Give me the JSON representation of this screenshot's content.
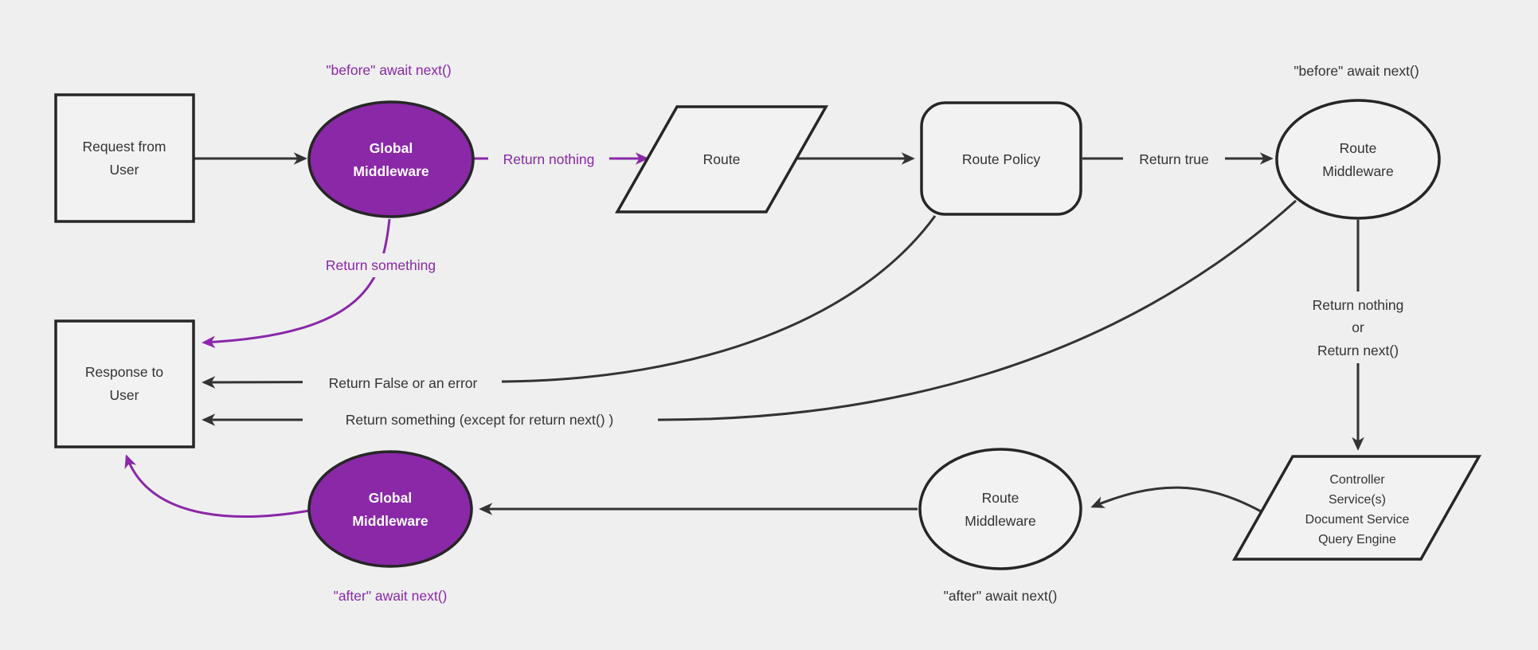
{
  "diagram": {
    "type": "flowchart",
    "colors": {
      "background": "#efefef",
      "node_fill": "#f2f2f2",
      "node_border": "#262626",
      "edge": "#333333",
      "accent_purple": "#8a28a8",
      "text": "#333333",
      "text_on_purple": "#ffffff"
    },
    "nodes": {
      "request": {
        "shape": "rectangle",
        "lines": [
          "Request from",
          "User"
        ]
      },
      "global_middleware_top": {
        "shape": "ellipse",
        "lines": [
          "Global",
          "Middleware"
        ]
      },
      "route": {
        "shape": "parallelogram",
        "lines": [
          "Route"
        ]
      },
      "route_policy": {
        "shape": "rounded-rectangle",
        "lines": [
          "Route Policy"
        ]
      },
      "route_middleware_top": {
        "shape": "ellipse",
        "lines": [
          "Route",
          "Middleware"
        ]
      },
      "controller": {
        "shape": "parallelogram",
        "lines": [
          "Controller",
          "Service(s)",
          "Document Service",
          "Query Engine"
        ]
      },
      "route_middleware_bottom": {
        "shape": "ellipse",
        "lines": [
          "Route",
          "Middleware"
        ]
      },
      "global_middleware_bottom": {
        "shape": "ellipse",
        "lines": [
          "Global",
          "Middleware"
        ]
      },
      "response": {
        "shape": "rectangle",
        "lines": [
          "Response to",
          "User"
        ]
      }
    },
    "labels": {
      "before_await_top": "\"before\" await next()",
      "before_await_right": "\"before\" await next()",
      "after_await_left": "\"after\" await next()",
      "after_await_right": "\"after\" await next()",
      "return_nothing": "Return nothing",
      "return_something": "Return something",
      "return_true": "Return true",
      "return_nothing_or": [
        "Return nothing",
        "or",
        "Return next()"
      ],
      "return_false": "Return False or an error",
      "return_something_except": "Return something (except for return next() )"
    }
  }
}
